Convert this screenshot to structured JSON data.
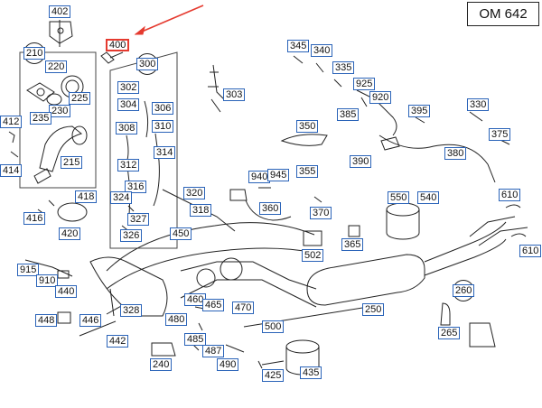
{
  "title": "OM 642",
  "highlight_color": "#e53a2f",
  "label_border_color": "#2a63b8",
  "callouts": [
    {
      "id": "402",
      "text": "402"
    },
    {
      "id": "400",
      "text": "400",
      "highlight": true
    },
    {
      "id": "210",
      "text": "210",
      "group": true
    },
    {
      "id": "220",
      "text": "220"
    },
    {
      "id": "225",
      "text": "225"
    },
    {
      "id": "230",
      "text": "230"
    },
    {
      "id": "235",
      "text": "235"
    },
    {
      "id": "215",
      "text": "215"
    },
    {
      "id": "412",
      "text": "412"
    },
    {
      "id": "414",
      "text": "414"
    },
    {
      "id": "416",
      "text": "416"
    },
    {
      "id": "418",
      "text": "418"
    },
    {
      "id": "420",
      "text": "420"
    },
    {
      "id": "300",
      "text": "300",
      "group": true
    },
    {
      "id": "303",
      "text": "303"
    },
    {
      "id": "302",
      "text": "302"
    },
    {
      "id": "304",
      "text": "304"
    },
    {
      "id": "306",
      "text": "306"
    },
    {
      "id": "308",
      "text": "308"
    },
    {
      "id": "310",
      "text": "310"
    },
    {
      "id": "314",
      "text": "314"
    },
    {
      "id": "312",
      "text": "312"
    },
    {
      "id": "316",
      "text": "316"
    },
    {
      "id": "320",
      "text": "320"
    },
    {
      "id": "324",
      "text": "324"
    },
    {
      "id": "318",
      "text": "318"
    },
    {
      "id": "327",
      "text": "327"
    },
    {
      "id": "326",
      "text": "326"
    },
    {
      "id": "450",
      "text": "450"
    },
    {
      "id": "345",
      "text": "345"
    },
    {
      "id": "340",
      "text": "340"
    },
    {
      "id": "335",
      "text": "335"
    },
    {
      "id": "925",
      "text": "925"
    },
    {
      "id": "920",
      "text": "920"
    },
    {
      "id": "330",
      "text": "330"
    },
    {
      "id": "350",
      "text": "350"
    },
    {
      "id": "385",
      "text": "385"
    },
    {
      "id": "395",
      "text": "395"
    },
    {
      "id": "375",
      "text": "375"
    },
    {
      "id": "355",
      "text": "355"
    },
    {
      "id": "390",
      "text": "390"
    },
    {
      "id": "380",
      "text": "380"
    },
    {
      "id": "940",
      "text": "940"
    },
    {
      "id": "945",
      "text": "945"
    },
    {
      "id": "360",
      "text": "360"
    },
    {
      "id": "370",
      "text": "370"
    },
    {
      "id": "550",
      "text": "550"
    },
    {
      "id": "540",
      "text": "540"
    },
    {
      "id": "610",
      "text": "610"
    },
    {
      "id": "610b",
      "text": "610"
    },
    {
      "id": "365",
      "text": "365"
    },
    {
      "id": "502",
      "text": "502"
    },
    {
      "id": "915",
      "text": "915"
    },
    {
      "id": "910",
      "text": "910"
    },
    {
      "id": "440",
      "text": "440"
    },
    {
      "id": "328",
      "text": "328"
    },
    {
      "id": "460",
      "text": "460"
    },
    {
      "id": "465",
      "text": "465"
    },
    {
      "id": "470",
      "text": "470"
    },
    {
      "id": "250",
      "text": "250"
    },
    {
      "id": "260",
      "text": "260",
      "group": true
    },
    {
      "id": "448",
      "text": "448"
    },
    {
      "id": "446",
      "text": "446"
    },
    {
      "id": "480",
      "text": "480"
    },
    {
      "id": "500",
      "text": "500"
    },
    {
      "id": "442",
      "text": "442"
    },
    {
      "id": "485",
      "text": "485"
    },
    {
      "id": "487",
      "text": "487"
    },
    {
      "id": "265",
      "text": "265"
    },
    {
      "id": "240",
      "text": "240"
    },
    {
      "id": "490",
      "text": "490"
    },
    {
      "id": "425",
      "text": "425"
    },
    {
      "id": "435",
      "text": "435"
    }
  ]
}
